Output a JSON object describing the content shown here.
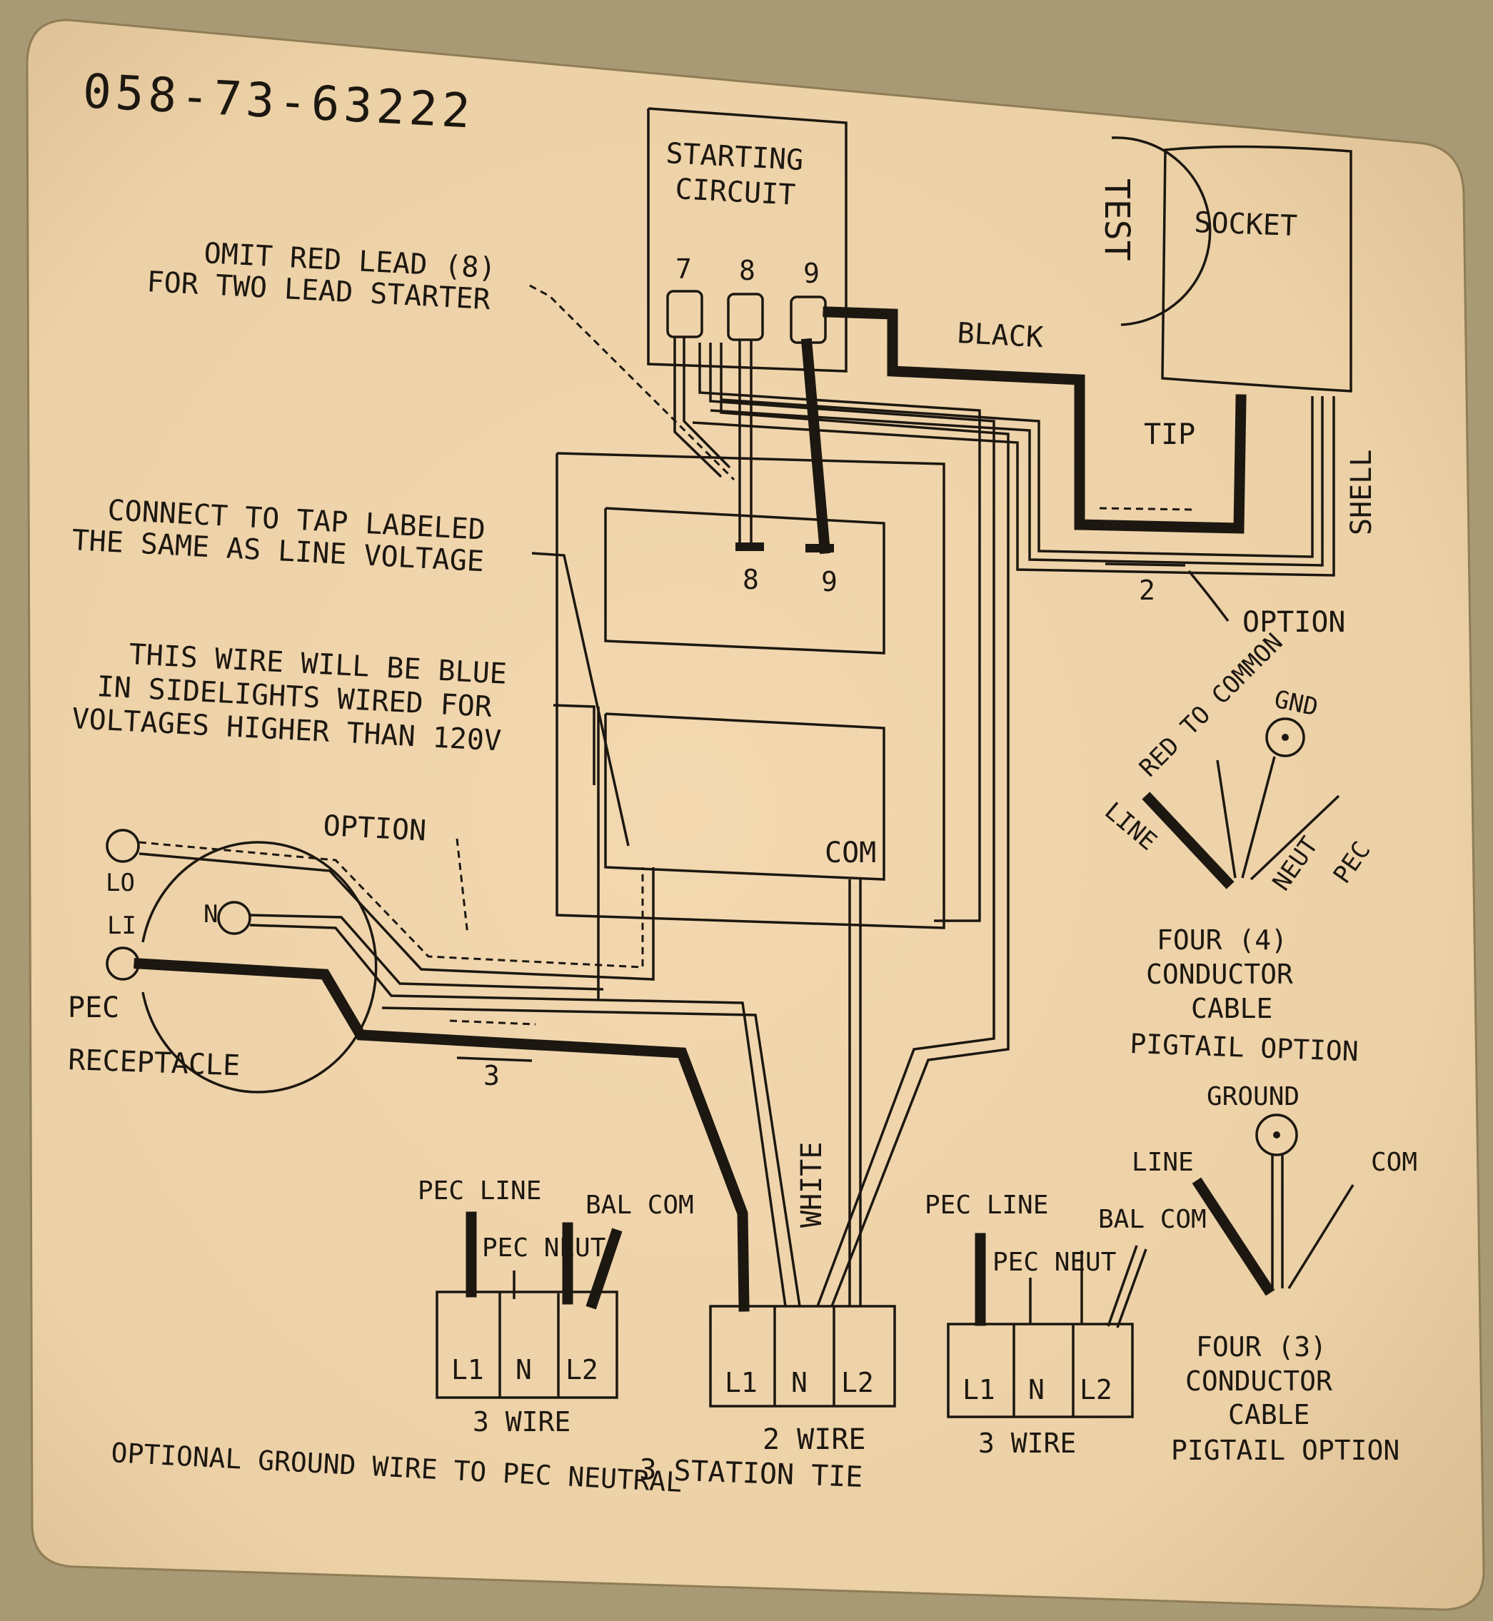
{
  "label": {
    "part_number": "058-73-63222",
    "starting_circuit": [
      "STARTING",
      "CIRCUIT"
    ],
    "starter_terminals": [
      "7",
      "8",
      "9"
    ],
    "transformer_taps": [
      "8",
      "9"
    ],
    "socket": "SOCKET",
    "test": "TEST",
    "black": "BLACK",
    "tip": "TIP",
    "shell": "SHELL",
    "tie_2": "2",
    "option_top": "OPTION",
    "omit_note": [
      "OMIT RED LEAD (8)",
      "FOR TWO LEAD STARTER"
    ],
    "connect_note": [
      "CONNECT TO TAP LABELED",
      "THE SAME AS LINE VOLTAGE"
    ],
    "blue_note": [
      "THIS WIRE WILL BE BLUE",
      "IN SIDELIGHTS WIRED FOR",
      "VOLTAGES HIGHER THAN 120V"
    ],
    "com": "COM",
    "option_mid": "OPTION",
    "pec_terminals": [
      "LO",
      "N",
      "LI"
    ],
    "pec_receptacle": [
      "PEC",
      "RECEPTACLE"
    ],
    "tie_3": "3",
    "white": "WHITE",
    "four_cable_a": {
      "wire_labels": [
        "RED TO COMMON",
        "GND",
        "LINE",
        "NEUT",
        "PEC"
      ],
      "caption": [
        "FOUR (4)",
        "CONDUCTOR",
        "CABLE",
        "PIGTAIL OPTION"
      ]
    },
    "four_cable_b": {
      "wire_labels": [
        "GROUND",
        "LINE",
        "COM"
      ],
      "caption": [
        "FOUR (3)",
        "CONDUCTOR",
        "CABLE",
        "PIGTAIL OPTION"
      ]
    },
    "tb_left": {
      "wire_labels": [
        "PEC LINE",
        "PEC NEUT",
        "BAL COM"
      ],
      "cells": [
        "L1",
        "N",
        "L2"
      ],
      "caption": "3 WIRE"
    },
    "tb_center": {
      "cells": [
        "L1",
        "N",
        "L2"
      ],
      "caption": "2 WIRE"
    },
    "tb_right": {
      "wire_labels": [
        "PEC LINE",
        "PEC NEUT",
        "BAL COM"
      ],
      "cells": [
        "L1",
        "N",
        "L2"
      ],
      "caption": "3 WIRE"
    },
    "station_tie": "3 STATION TIE",
    "ground_note": "OPTIONAL GROUND WIRE TO PEC NEUTRAL"
  }
}
